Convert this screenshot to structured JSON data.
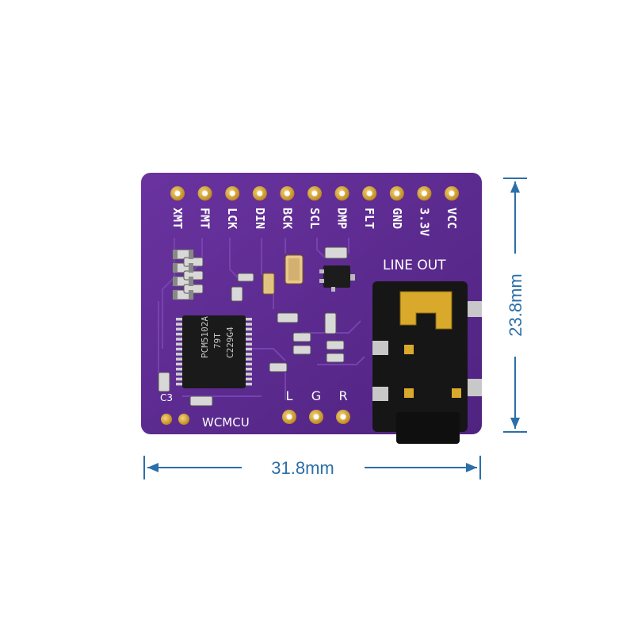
{
  "board": {
    "pin_labels": [
      "XMT",
      "FMT",
      "LCK",
      "DIN",
      "BCK",
      "SCL",
      "DMP",
      "FLT",
      "GND",
      "3.3V",
      "VCC"
    ],
    "line_out_label": "LINE OUT",
    "brand_label": "WCMCU",
    "cap_label": "C3",
    "audio_pins": [
      "L",
      "G",
      "R"
    ],
    "chip": {
      "line1": "PCM5102A",
      "line2": "79T",
      "line3": "C229G4"
    }
  },
  "dimensions": {
    "width_label": "31.8mm",
    "height_label": "23.8mm"
  },
  "colors": {
    "pcb": "#5a2a8c",
    "pad": "#d9a92b",
    "dimension": "#2a6fa8",
    "silkscreen": "#ffffff"
  }
}
